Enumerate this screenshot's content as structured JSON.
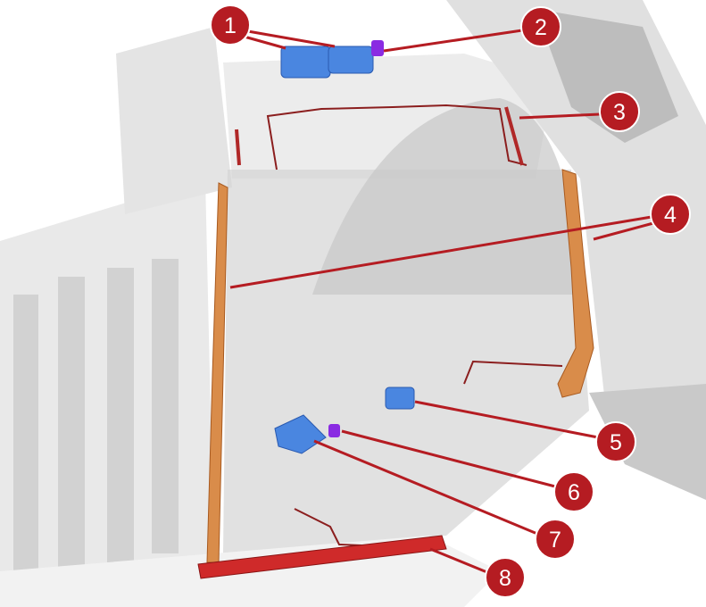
{
  "colors": {
    "callout": "#b51c22",
    "callout_ring": "#ffffff",
    "module_blue": "#4a86e0",
    "connector_purple": "#8a2be2",
    "pillar_orange": "#d98c4a",
    "sill_red": "#cf2a2a",
    "body_grey": "#dcdcdc"
  },
  "callouts": [
    {
      "label": "1"
    },
    {
      "label": "2"
    },
    {
      "label": "3"
    },
    {
      "label": "4"
    },
    {
      "label": "5"
    },
    {
      "label": "6"
    },
    {
      "label": "7"
    },
    {
      "label": "8"
    }
  ]
}
